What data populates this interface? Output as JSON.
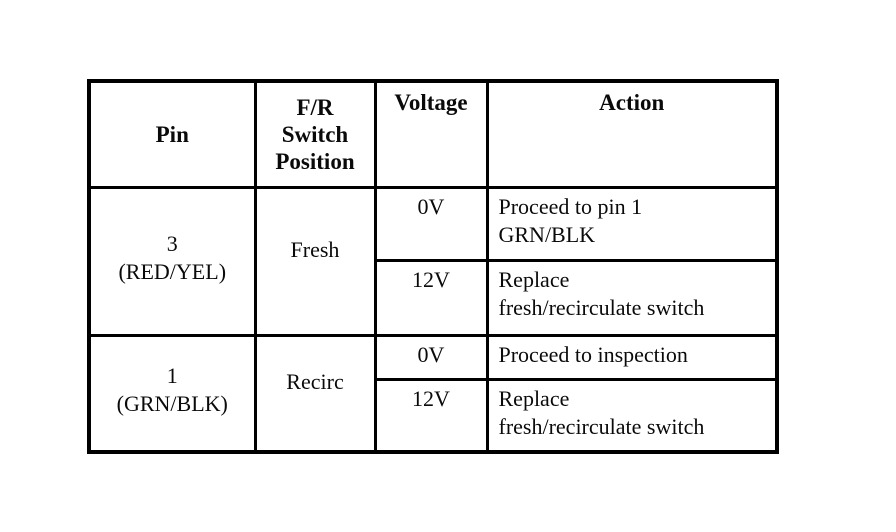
{
  "colors": {
    "page_background": "#ffffff",
    "table_border": "#000000",
    "text": "#0a0a0a"
  },
  "table": {
    "columns": [
      {
        "key": "pin",
        "label": "Pin"
      },
      {
        "key": "switch_position",
        "label": "F/R\nSwitch\nPosition"
      },
      {
        "key": "voltage",
        "label": "Voltage"
      },
      {
        "key": "action",
        "label": "Action"
      }
    ],
    "groups": [
      {
        "pin": "3\n(RED/YEL)",
        "switch_position": "Fresh",
        "rows": [
          {
            "voltage": "0V",
            "action": "Proceed to pin 1\nGRN/BLK"
          },
          {
            "voltage": "12V",
            "action": "Replace\nfresh/recirculate switch"
          }
        ]
      },
      {
        "pin": "1\n(GRN/BLK)",
        "switch_position": "Recirc",
        "rows": [
          {
            "voltage": "0V",
            "action": "Proceed to inspection"
          },
          {
            "voltage": "12V",
            "action": "Replace\nfresh/recirculate switch"
          }
        ]
      }
    ]
  }
}
